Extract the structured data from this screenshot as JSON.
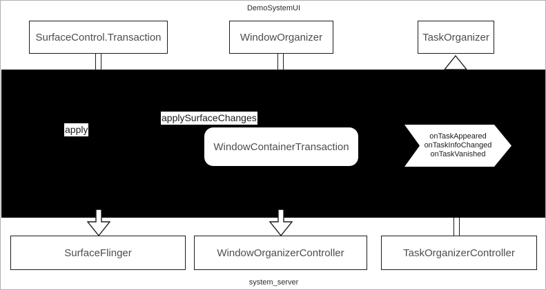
{
  "diagram": {
    "type": "uml-component-diagram",
    "groups": {
      "top": {
        "label": "DemoSystemUI"
      },
      "bottom": {
        "label": "system_server"
      }
    },
    "nodes": [
      {
        "id": "surfacecontrol-transaction",
        "label": "SurfaceControl.Transaction",
        "shape": "rectangle",
        "group": "DemoSystemUI"
      },
      {
        "id": "windoworganizer",
        "label": "WindowOrganizer",
        "shape": "rectangle",
        "group": "DemoSystemUI"
      },
      {
        "id": "taskorganizer",
        "label": "TaskOrganizer",
        "shape": "rectangle",
        "group": "DemoSystemUI"
      },
      {
        "id": "windowcontainertransaction",
        "label": "WindowContainerTransaction",
        "shape": "rounded-rectangle",
        "group": "ipc-boundary"
      },
      {
        "id": "surfaceflinger",
        "label": "SurfaceFlinger",
        "shape": "rectangle",
        "group": "system_server"
      },
      {
        "id": "windoworganizercontroller",
        "label": "WindowOrganizerController",
        "shape": "rectangle",
        "group": "system_server"
      },
      {
        "id": "taskorganizercontroller",
        "label": "TaskOrganizerController",
        "shape": "rectangle",
        "group": "system_server"
      }
    ],
    "edge_labels": {
      "apply": "apply",
      "apply_surface_changes": "applySurfaceChanges"
    },
    "callback_arrow": {
      "shape": "chevron",
      "lines": [
        "onTaskAppeared",
        "onTaskInfoChanged",
        "onTaskVanished"
      ]
    },
    "colors": {
      "band": "#000000",
      "node_fill": "#ffffff",
      "node_stroke": "#1a1a1a",
      "node_text": "#4d4d4d",
      "label_text": "#1a1a1a",
      "page_border": "#b0b0b0"
    }
  }
}
